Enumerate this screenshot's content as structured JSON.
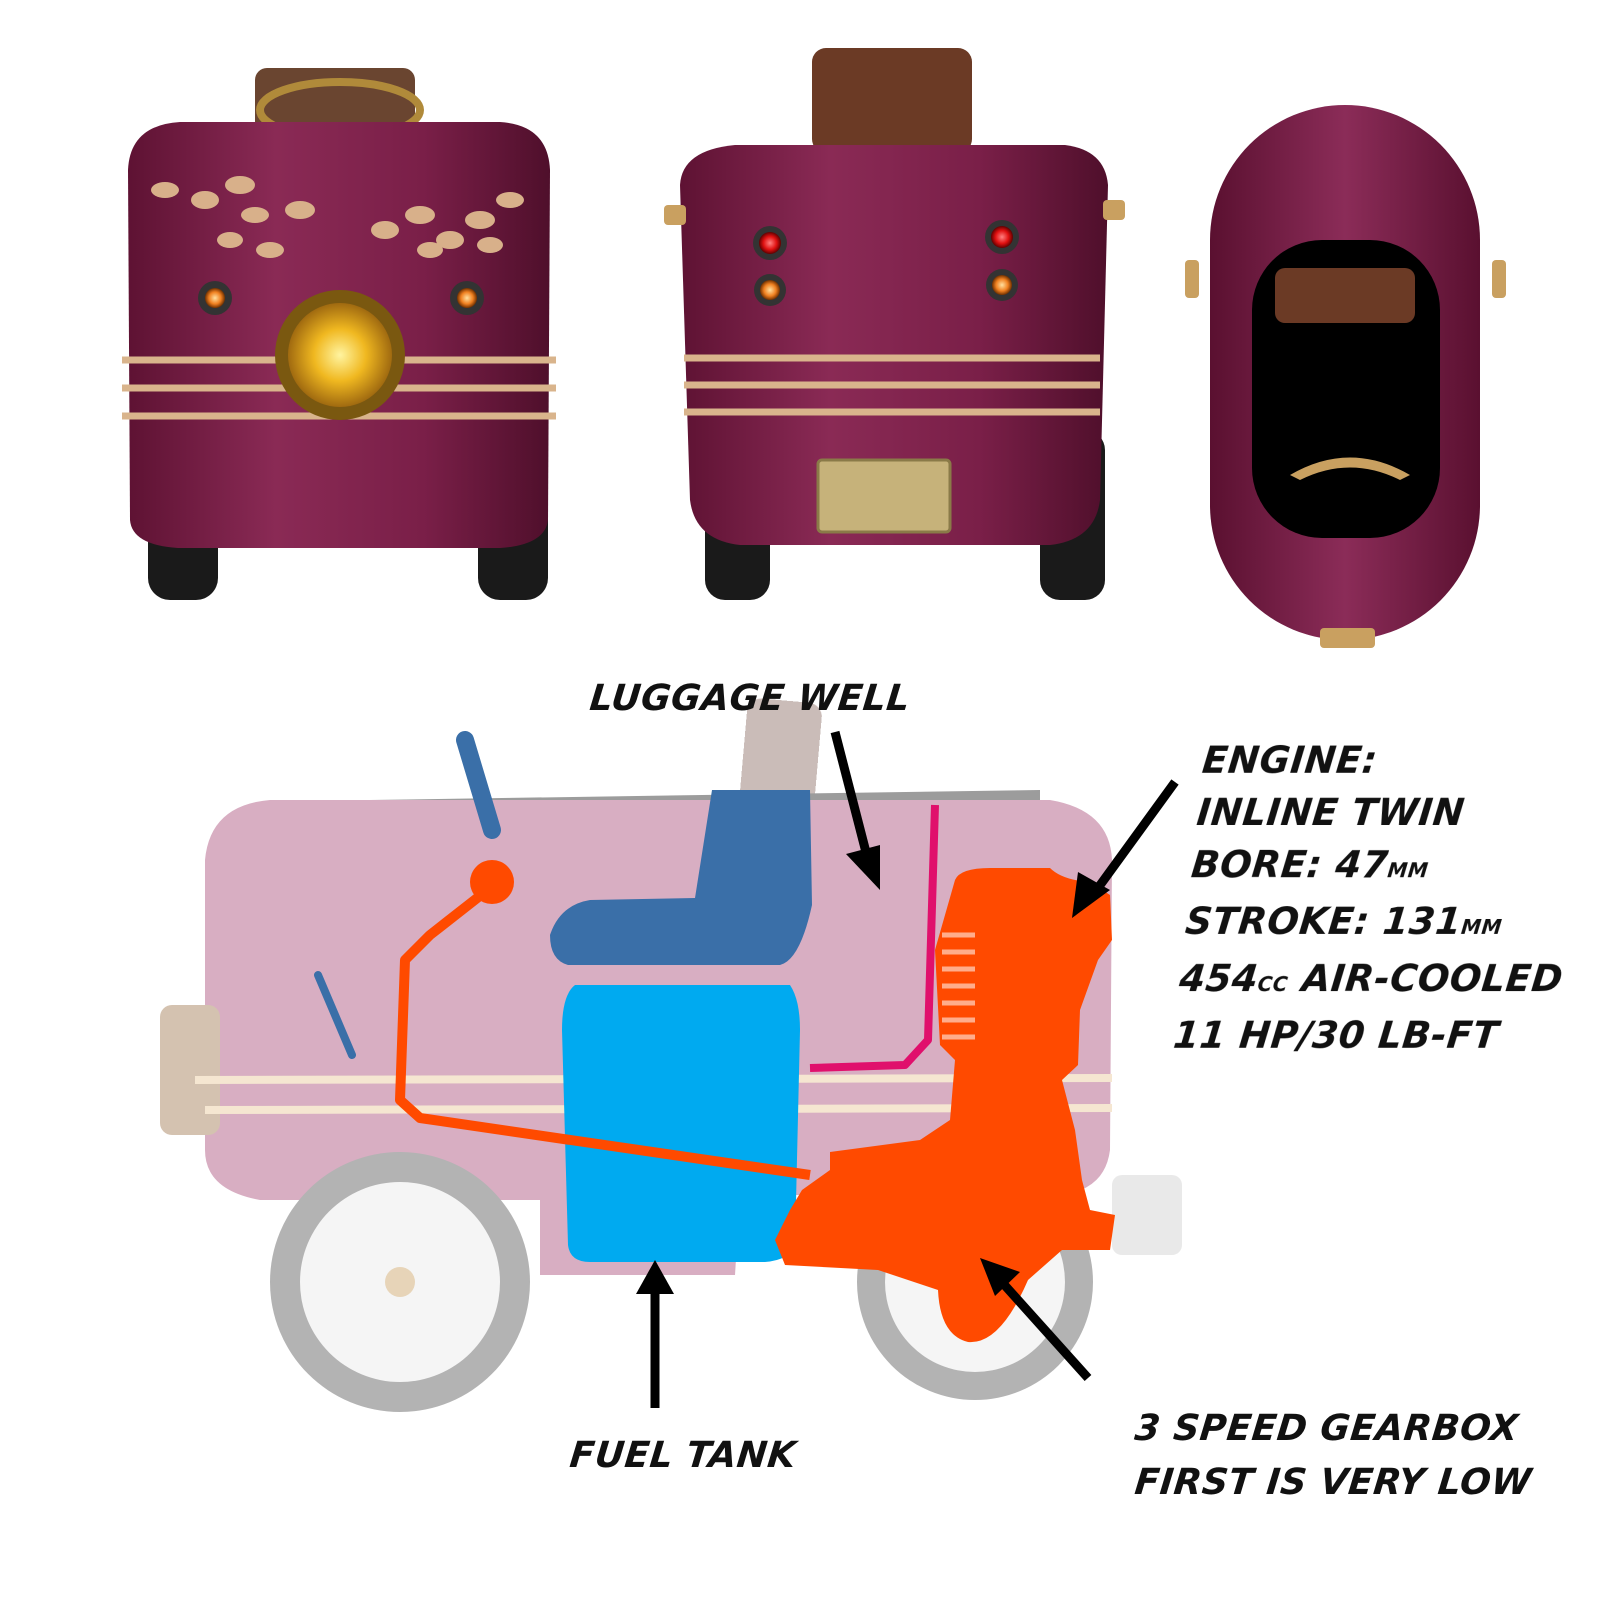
{
  "labels": {
    "luggage_well": "LUGGAGE WELL",
    "fuel_tank": "FUEL TANK",
    "gearbox_line1": "3 SPEED GEARBOX",
    "gearbox_line2": "FIRST IS VERY LOW"
  },
  "engine_spec": {
    "title": "ENGINE:",
    "type": "INLINE TWIN",
    "bore_label": "BORE: ",
    "bore_value": "47",
    "bore_unit": "MM",
    "stroke_label": "STROKE: ",
    "stroke_value": "131",
    "stroke_unit": "MM",
    "displacement_value": "454",
    "displacement_unit": "CC",
    "cooling": " AIR-COOLED",
    "output": "11 HP/30 LB-FT"
  },
  "colors": {
    "body": "#7d1f47",
    "body_light": "#d9b4c6",
    "brass": "#c9a060",
    "engine": "#ff4a00",
    "fuel_tank": "#00aaf0",
    "seat": "#3a6fa8",
    "fuel_line": "#e0106c"
  }
}
